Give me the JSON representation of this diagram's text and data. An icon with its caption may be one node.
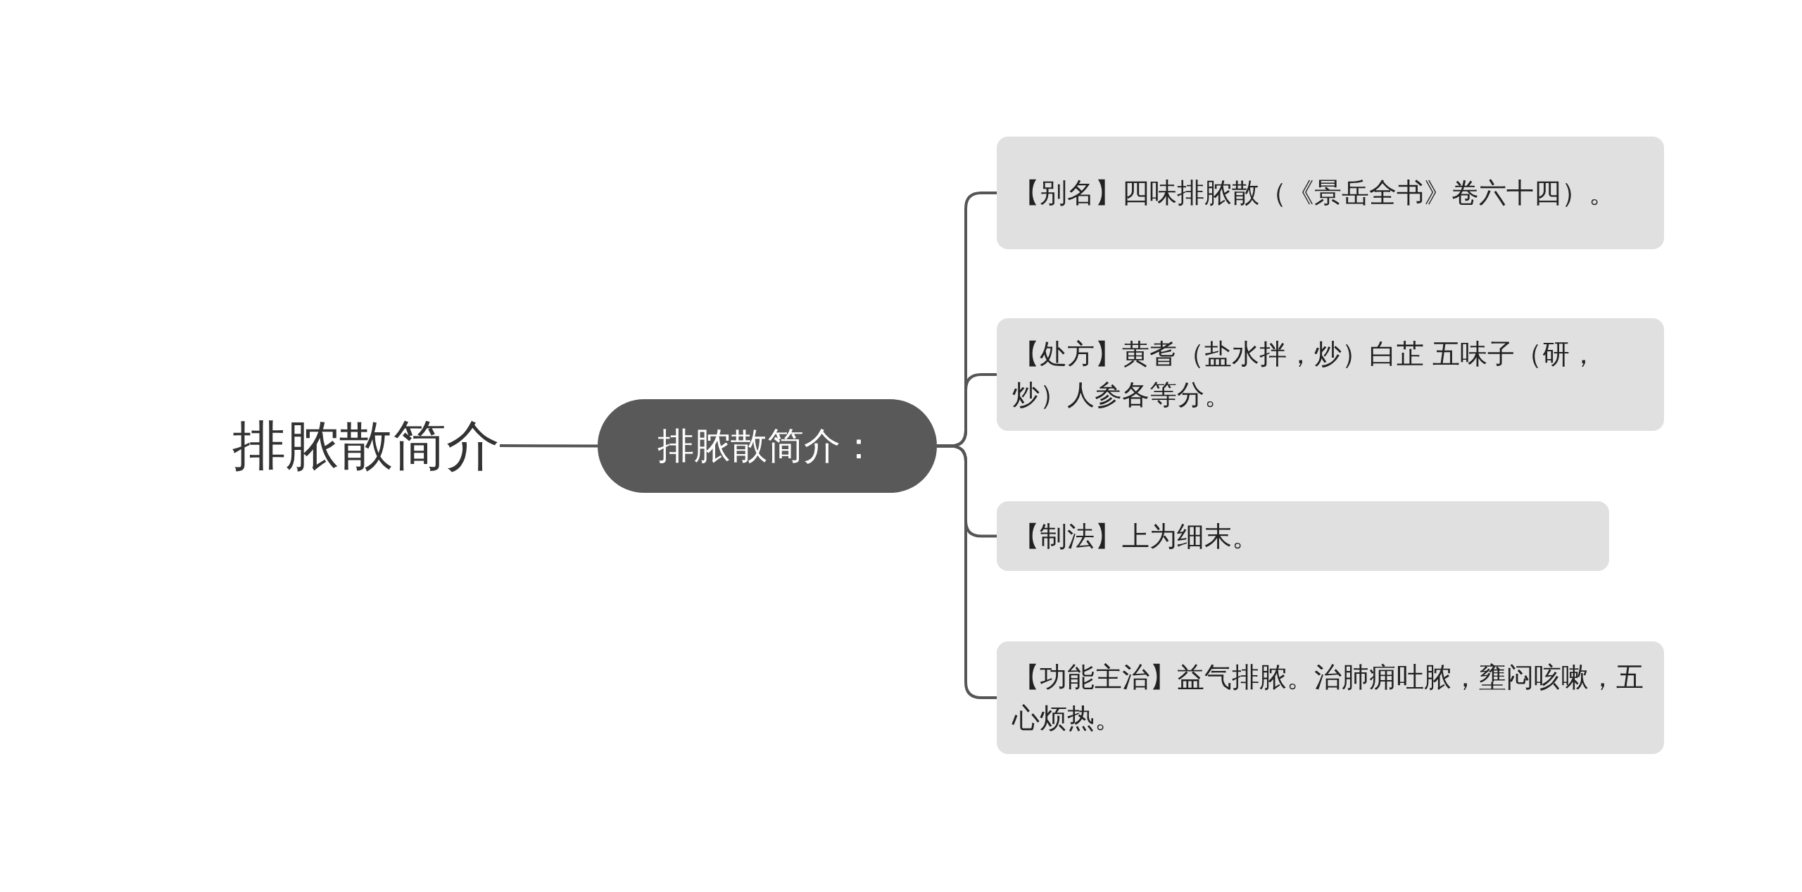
{
  "diagram": {
    "nodes": [
      {
        "text": [
          "排脓散简介"
        ]
      },
      {
        "text": [
          "排脓散简介："
        ]
      },
      {
        "text": [
          "【别名】四味排脓散（《景岳全书》卷六十四）。"
        ]
      },
      {
        "text": [
          "【处方】黄耆（盐水拌，炒）白芷 五味子（研，炒）人参各等分。"
        ]
      },
      {
        "text": [
          "【制法】上为细末。"
        ]
      },
      {
        "text": [
          "【功能主治】益气排脓。治肺痈吐脓，壅闷咳嗽，五心烦热。"
        ]
      }
    ],
    "edges": [
      {
        "from": 0,
        "to": 1,
        "arrow": "none"
      },
      {
        "from": 1,
        "to": 2,
        "arrow": "none"
      },
      {
        "from": 1,
        "to": 3,
        "arrow": "none"
      },
      {
        "from": 1,
        "to": 4,
        "arrow": "none"
      },
      {
        "from": 1,
        "to": 5,
        "arrow": "none"
      }
    ]
  }
}
